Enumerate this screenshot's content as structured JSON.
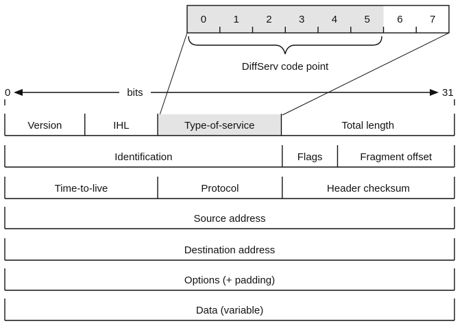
{
  "bit_box": {
    "bits": [
      "0",
      "1",
      "2",
      "3",
      "4",
      "5",
      "6",
      "7"
    ],
    "brace_label": "DiffServ code point"
  },
  "bits_arrow": {
    "start": "0",
    "label": "bits",
    "end": "31"
  },
  "rows": [
    {
      "cells": [
        {
          "label": "Version",
          "highlight": false
        },
        {
          "label": "IHL",
          "highlight": false
        },
        {
          "label": "Type-of-service",
          "highlight": true
        },
        {
          "label": "Total length",
          "highlight": false
        }
      ]
    },
    {
      "cells": [
        {
          "label": "Identification",
          "highlight": false
        },
        {
          "label": "Flags",
          "highlight": false
        },
        {
          "label": "Fragment offset",
          "highlight": false
        }
      ]
    },
    {
      "cells": [
        {
          "label": "Time-to-live",
          "highlight": false
        },
        {
          "label": "Protocol",
          "highlight": false
        },
        {
          "label": "Header checksum",
          "highlight": false
        }
      ]
    },
    {
      "cells": [
        {
          "label": "Source address",
          "highlight": false
        }
      ]
    },
    {
      "cells": [
        {
          "label": "Destination address",
          "highlight": false
        }
      ]
    },
    {
      "cells": [
        {
          "label": "Options (+ padding)",
          "highlight": false
        }
      ]
    },
    {
      "cells": [
        {
          "label": "Data (variable)",
          "highlight": false
        }
      ]
    }
  ],
  "colors": {
    "highlight_fill": "#e4e4e4",
    "line": "#111111"
  }
}
